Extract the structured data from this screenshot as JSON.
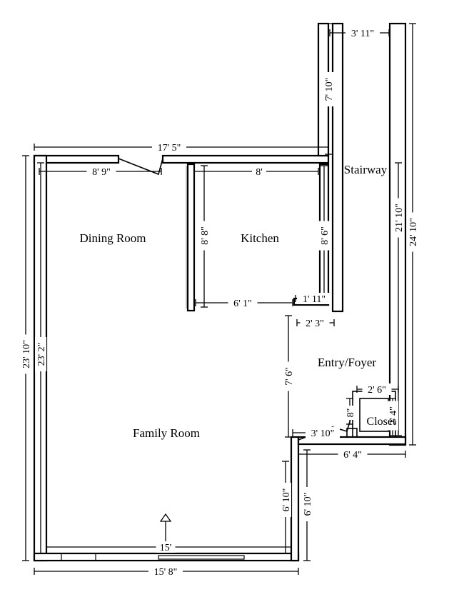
{
  "rooms": {
    "dining": "Dining Room",
    "kitchen": "Kitchen",
    "stairway": "Stairway",
    "entry": "Entry/Foyer",
    "closet": "Closet",
    "family": "Family Room"
  },
  "dimensions": {
    "top_overall": "17' 5\"",
    "dining_width": "8' 9\"",
    "kitchen_width": "8'",
    "stair_width": "3' 11\"",
    "stair_upper": "7' 10\"",
    "stair_inner_height": "21' 10\"",
    "right_overall": "24' 10\"",
    "left_outer": "23' 10\"",
    "left_inner": "23' 2\"",
    "dining_height": "8' 8\"",
    "kitchen_height": "8' 6\"",
    "kitchen_bottom": "6' 1\"",
    "kitchen_jog": "1' 11\"",
    "stair_jog": "2' 3\"",
    "family_right_upper": "7' 6\"",
    "closet_width": "2' 6\"",
    "closet_side": "8\"",
    "closet_height": "2' 4\"",
    "entry_door": "3' 10\"",
    "entry_bottom": "6' 4\"",
    "family_right_inner": "6' 10\"",
    "family_right_outer": "6' 10\"",
    "bottom_inner": "15'",
    "bottom_outer": "15' 8\""
  }
}
